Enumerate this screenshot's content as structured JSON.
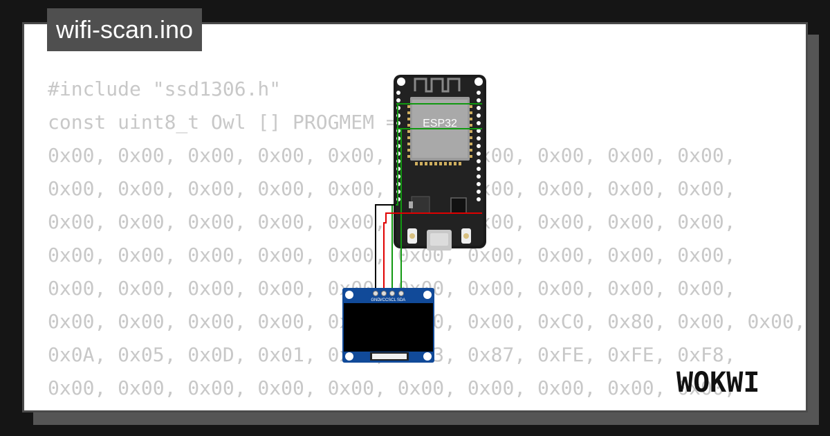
{
  "file": {
    "title": "wifi-scan.ino"
  },
  "code": {
    "lines": [
      "#include \"ssd1306.h\"",
      "",
      "const uint8_t Owl [] PROGMEM = {",
      "0x00, 0x00, 0x00, 0x00, 0x00, 0x00, 0x00, 0x00, 0x00, 0x00,",
      "0x00, 0x00, 0x00, 0x00, 0x00, 0x00, 0x00, 0x00, 0x00, 0x00,",
      "0x00, 0x00, 0x00, 0x00, 0x00, 0x00, 0x00, 0x00, 0x00, 0x00,",
      "0x00, 0x00, 0x00, 0x00, 0x00, 0x00, 0x00, 0x00, 0x00, 0x00,",
      "0x00, 0x00, 0x00, 0x00, 0x00, 0x00, 0x00, 0x00, 0x00, 0x00,",
      "0x00, 0x00, 0x00, 0x00, 0x00, 0x00, 0x00, 0xC0, 0x80, 0x00, 0x00,",
      "0x0A, 0x05, 0x0D, 0x01, 0x01, 0x03, 0x87, 0xFE, 0xFE, 0xF8,",
      "0x00, 0x00, 0x00, 0x00, 0x00, 0x00, 0x00, 0x00, 0x00, 0x00,"
    ]
  },
  "esp32": {
    "chip_label": "ESP32"
  },
  "oled": {
    "pins": {
      "gnd": "GND",
      "vcc": "VCC",
      "scl": "SCL",
      "sda": "SDA"
    }
  },
  "brand": {
    "logo_text": "WOKWI"
  },
  "colors": {
    "background": "#151515",
    "card": "#ffffff",
    "code_text": "#c8c8c8",
    "wire_gnd": "#000000",
    "wire_vcc": "#e00000",
    "wire_signal": "#119911",
    "oled_pcb": "#114a99",
    "board": "#1b1b1b"
  }
}
